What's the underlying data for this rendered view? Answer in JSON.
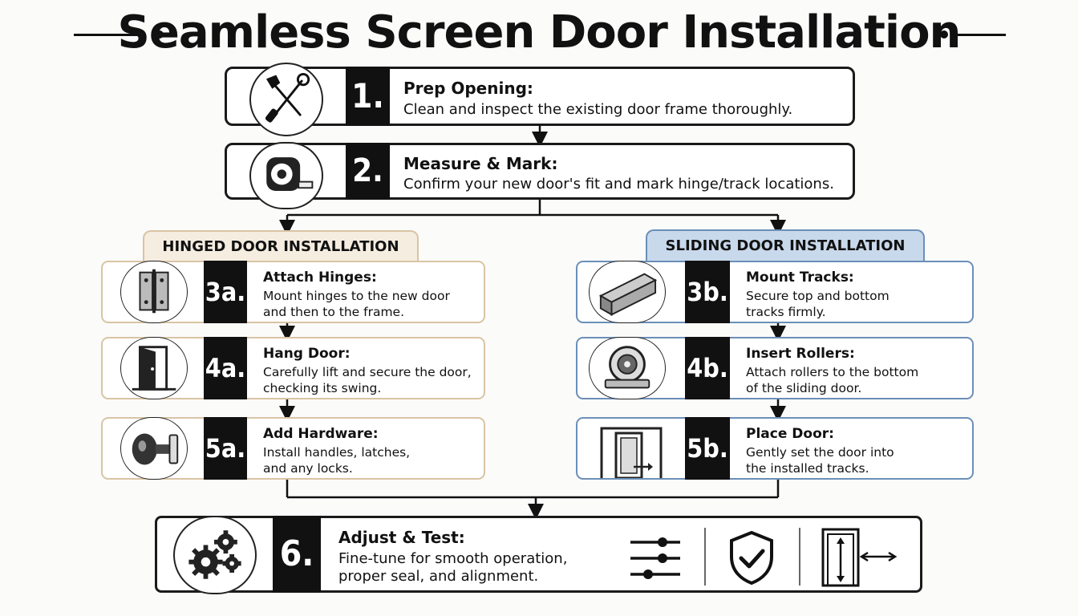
{
  "title": "Seamless Screen Door Installation",
  "steps": [
    {
      "number": "1.",
      "title": "Prep Opening:",
      "description": "Clean and inspect the existing door frame thoroughly.",
      "icon": "tools-icon"
    },
    {
      "number": "2.",
      "title": "Measure & Mark:",
      "description": "Confirm your new door's fit and mark hinge/track locations.",
      "icon": "tape-measure-icon"
    }
  ],
  "hinged": {
    "heading": "HINGED DOOR INSTALLATION",
    "color": "#d9c4a4",
    "steps": [
      {
        "number": "3a.",
        "title": "Attach Hinges:",
        "line1": "Mount hinges to the new door",
        "line2": "and then to the frame.",
        "icon": "hinge-icon"
      },
      {
        "number": "4a.",
        "title": "Hang Door:",
        "line1": "Carefully lift and secure the door,",
        "line2": "checking its swing.",
        "icon": "open-door-icon"
      },
      {
        "number": "5a.",
        "title": "Add Hardware:",
        "line1": "Install handles, latches,",
        "line2": "and any locks.",
        "icon": "door-knob-icon"
      }
    ]
  },
  "sliding": {
    "heading": "SLIDING DOOR INSTALLATION",
    "color": "#6b8fb8",
    "steps": [
      {
        "number": "3b.",
        "title": "Mount Tracks:",
        "line1": "Secure top and bottom",
        "line2": "tracks firmly.",
        "icon": "track-icon"
      },
      {
        "number": "4b.",
        "title": "Insert Rollers:",
        "line1": "Attach rollers to the bottom",
        "line2": "of the sliding door.",
        "icon": "roller-icon"
      },
      {
        "number": "5b.",
        "title": "Place Door:",
        "line1": "Gently set the door into",
        "line2": "the installed tracks.",
        "icon": "sliding-door-icon"
      }
    ]
  },
  "final": {
    "number": "6.",
    "title": "Adjust & Test:",
    "line1": "Fine-tune for smooth operation,",
    "line2": "proper seal, and alignment.",
    "icons": [
      "gears-icon",
      "sliders-icon",
      "shield-check-icon",
      "door-alignment-icon"
    ]
  }
}
